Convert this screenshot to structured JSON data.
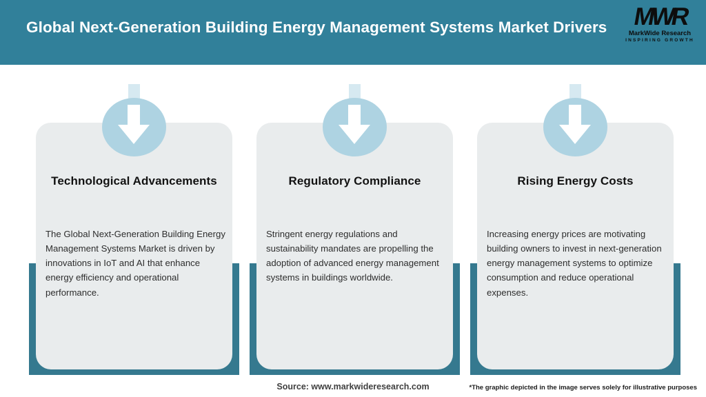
{
  "header": {
    "title": "Global Next-Generation Building Energy Management Systems Market Drivers",
    "logo": {
      "acronym": "MWR",
      "name": "MarkWide Research",
      "tagline": "INSPIRING GROWTH"
    }
  },
  "cards": [
    {
      "title": "Technological Advancements",
      "description": "The Global Next-Generation Building Energy Management Systems Market is driven by innovations in IoT and AI that enhance energy efficiency and operational performance."
    },
    {
      "title": "Regulatory Compliance",
      "description": "Stringent energy regulations and sustainability mandates are propelling the adoption of advanced energy management systems in buildings worldwide."
    },
    {
      "title": "Rising Energy Costs",
      "description": "Increasing energy prices are motivating building owners to invest in next-generation energy management systems to optimize consumption and reduce operational expenses."
    }
  ],
  "footer": {
    "source": "Source: www.markwideresearch.com",
    "disclaimer": "*The graphic depicted in the image serves solely for illustrative purposes"
  },
  "colors": {
    "header_background": "#31809A",
    "band_teal": "#35798F",
    "card_background": "#E9ECED",
    "circle_blue": "#AED3E2",
    "circle_tail_light_blue": "#D6E9F1",
    "arrow_white": "#FFFFFF",
    "title_text": "#121212",
    "body_text": "#2D2D2D",
    "header_text": "#FFFFFF"
  }
}
